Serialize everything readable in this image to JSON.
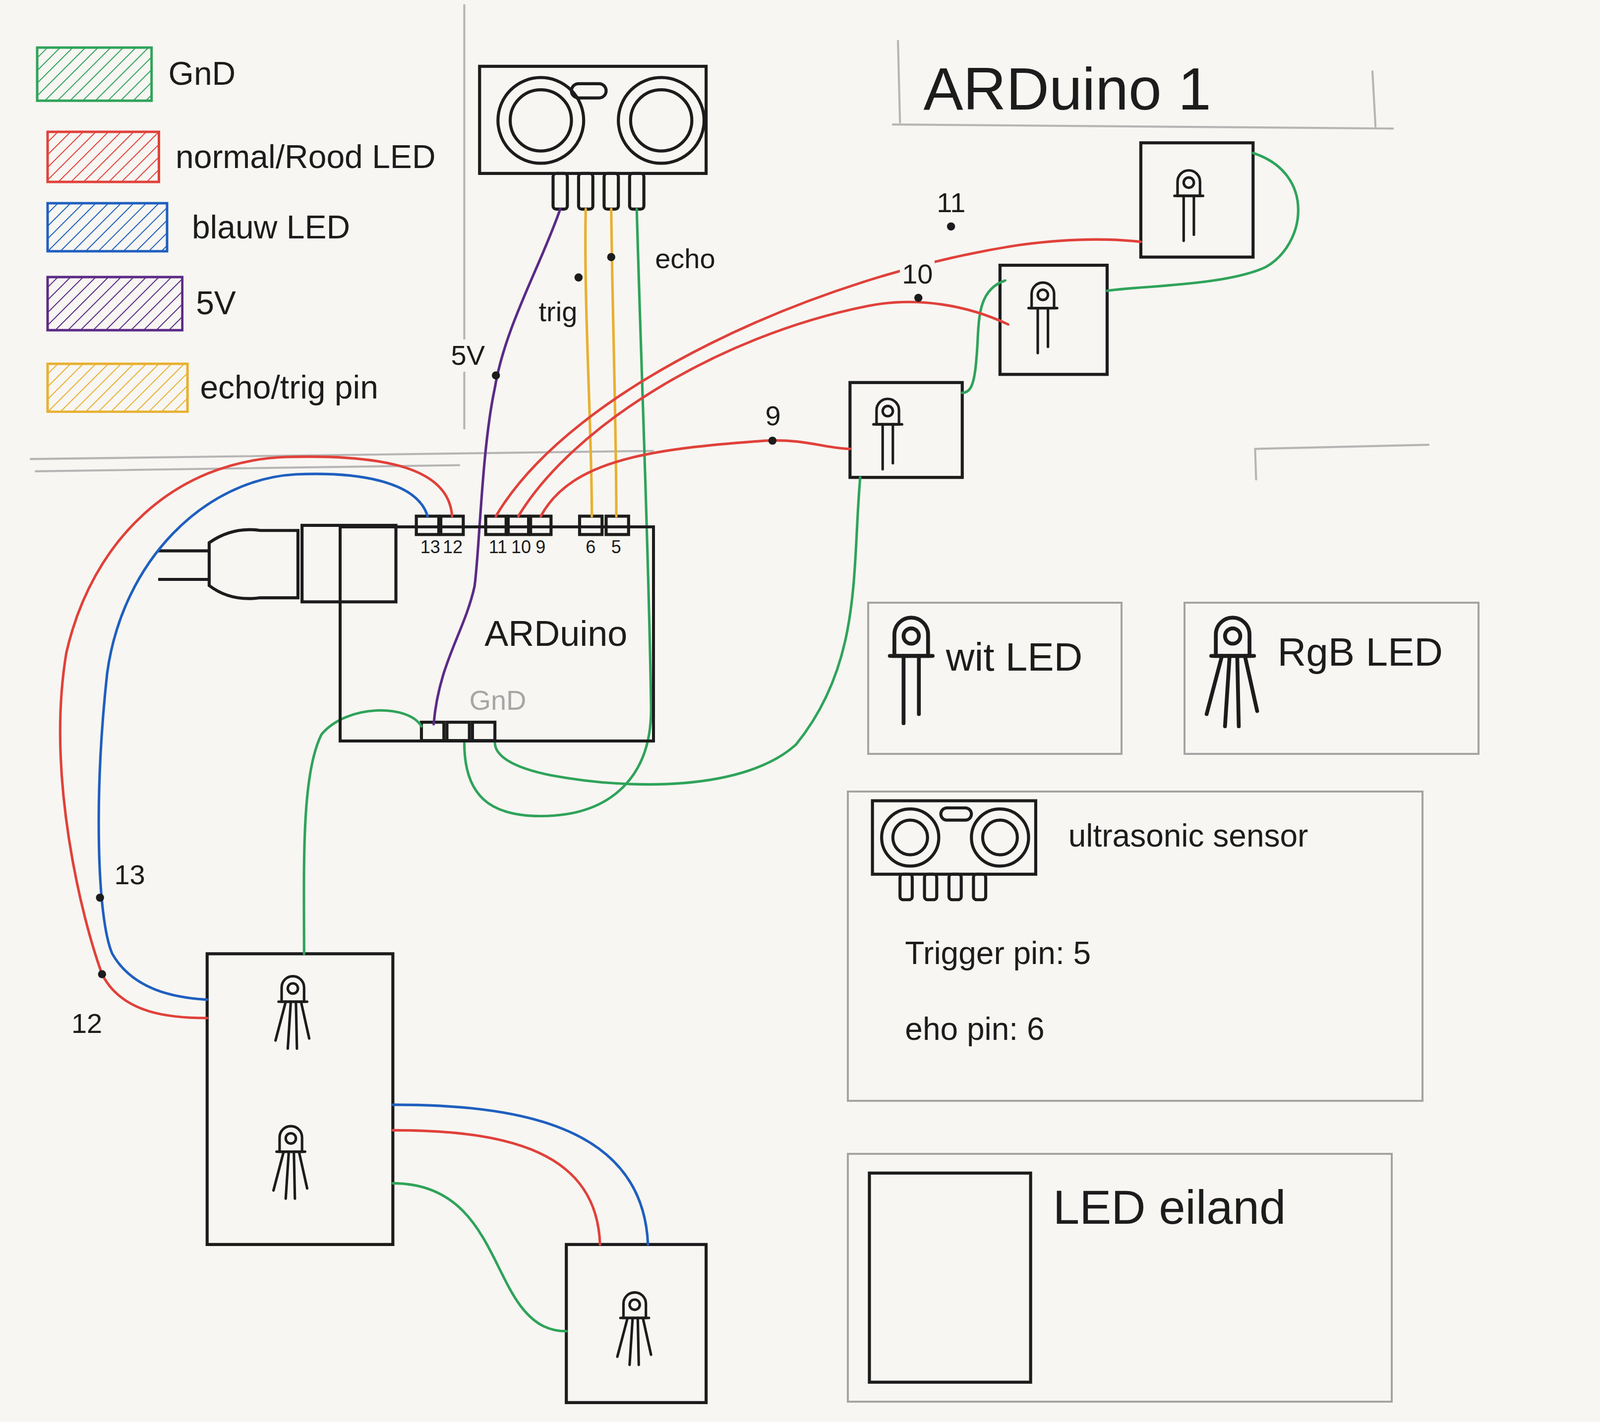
{
  "diagram": {
    "title": "ARDuino 1",
    "nodes": [
      {
        "text": [
          "ARDuino",
          "GnD"
        ]
      },
      {
        "text": [
          "wit LED"
        ]
      },
      {
        "text": [
          "RgB LED"
        ]
      },
      {
        "text": [
          "ultrasonic sensor",
          "Trigger pin: 5",
          "eho pin: 6"
        ]
      },
      {
        "text": [
          "LED eiland"
        ]
      }
    ],
    "labels": [
      "5V",
      "trig",
      "echo",
      "11",
      "10",
      "9",
      "13",
      "12",
      "11",
      "10",
      "9",
      "6",
      "5",
      "13",
      "12"
    ],
    "legend": [
      {
        "text": "GnD",
        "color": "#2fa35a"
      },
      {
        "text": "normal/Rood LED",
        "color": "#e0413a"
      },
      {
        "text": "blauw LED",
        "color": "#1f5fbf"
      },
      {
        "text": "5V",
        "color": "#5b2a86"
      },
      {
        "text": "echo/trig pin",
        "color": "#e8b030"
      }
    ]
  }
}
